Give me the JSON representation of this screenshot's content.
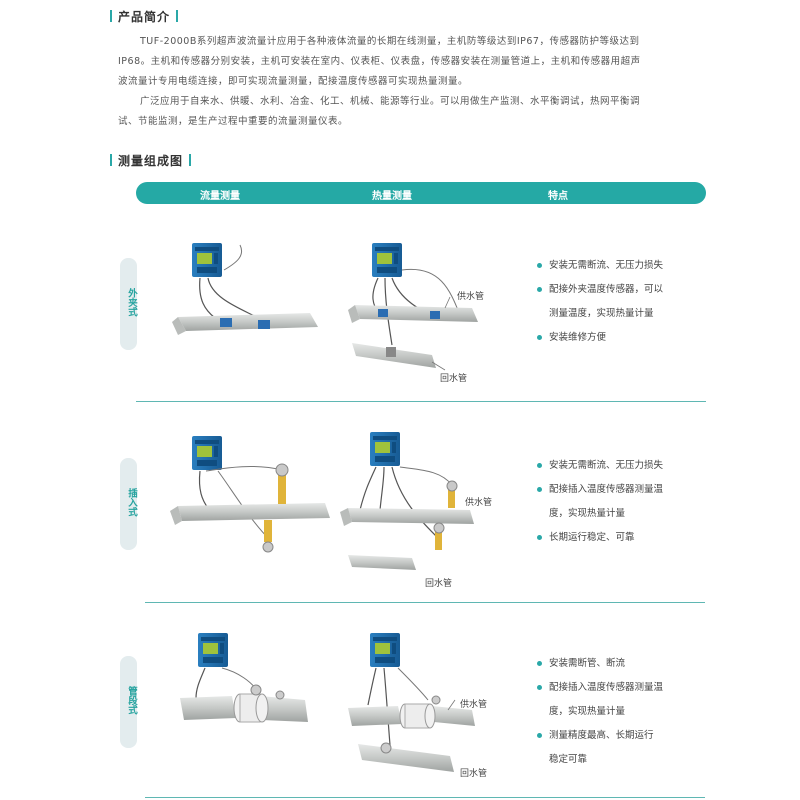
{
  "intro": {
    "title": "产品简介",
    "p1_l1": "TUF-2000B系列超声波流量计应用于各种液体流量的长期在线测量，主机防等级达到IP67，传感器防护等级达到",
    "p1_l2": "IP68。主机和传感器分别安装，主机可安装在室内、仪表柜、仪表盘，传感器安装在测量管道上，主机和传感器用超声",
    "p1_l3": "波流量计专用电缆连接，即可实现流量测量，配接温度传感器可实现热量测量。",
    "p2_l1": "广泛应用于自来水、供暖、水利、冶金、化工、机械、能源等行业。可以用做生产监测、水平衡调试，热网平衡调",
    "p2_l2": "试、节能监测，是生产过程中重要的流量测量仪表。"
  },
  "diagram": {
    "title": "测量组成图",
    "headers": [
      "流量测量",
      "热量测量",
      "特点"
    ]
  },
  "rows": [
    {
      "tab": "外夹式",
      "supply_label": "供水管",
      "return_label": "回水管",
      "features": [
        {
          "lines": [
            "安装无需断流、无压力损失"
          ]
        },
        {
          "lines": [
            "配接外夹温度传感器，可以",
            "测量温度，实现热量计量"
          ]
        },
        {
          "lines": [
            "安装维修方便"
          ]
        }
      ]
    },
    {
      "tab": "插入式",
      "supply_label": "供水管",
      "return_label": "回水管",
      "features": [
        {
          "lines": [
            "安装无需断流、无压力损失"
          ]
        },
        {
          "lines": [
            "配接插入温度传感器测量温",
            "度，实现热量计量"
          ]
        },
        {
          "lines": [
            "长期运行稳定、可靠"
          ]
        }
      ]
    },
    {
      "tab": "管段式",
      "supply_label": "供水管",
      "return_label": "回水管",
      "features": [
        {
          "lines": [
            "安装需断管、断流"
          ]
        },
        {
          "lines": [
            "配接插入温度传感器测量温",
            "度，实现热量计量"
          ]
        },
        {
          "lines": [
            "测量精度最高、长期运行",
            "稳定可靠"
          ]
        }
      ]
    }
  ],
  "colors": {
    "accent": "#25a9a5",
    "meter_blue": "#1f6fb0",
    "pipe": "#c7c9c8"
  }
}
